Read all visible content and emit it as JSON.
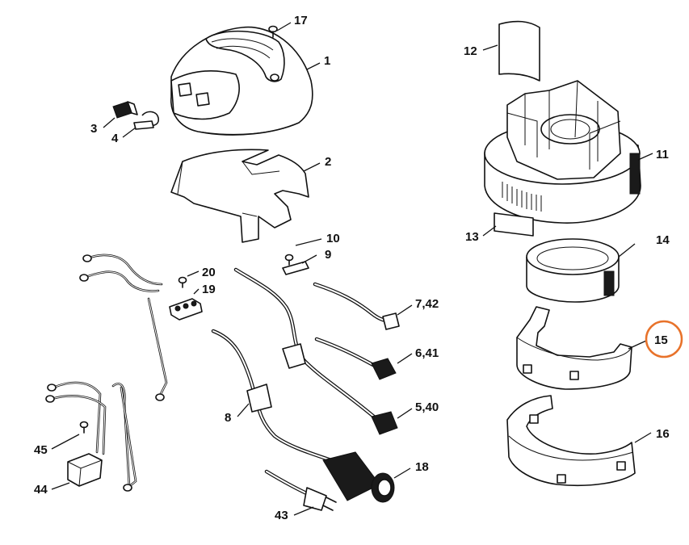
{
  "diagram": {
    "parts": [
      {
        "id": "p17",
        "label": "17"
      },
      {
        "id": "p1",
        "label": "1"
      },
      {
        "id": "p3",
        "label": "3"
      },
      {
        "id": "p4",
        "label": "4"
      },
      {
        "id": "p2",
        "label": "2"
      },
      {
        "id": "p12",
        "label": "12"
      },
      {
        "id": "p11",
        "label": "11"
      },
      {
        "id": "p13",
        "label": "13"
      },
      {
        "id": "p14",
        "label": "14"
      },
      {
        "id": "p15",
        "label": "15"
      },
      {
        "id": "p16",
        "label": "16"
      },
      {
        "id": "p10",
        "label": "10"
      },
      {
        "id": "p9",
        "label": "9"
      },
      {
        "id": "p20",
        "label": "20"
      },
      {
        "id": "p19",
        "label": "19"
      },
      {
        "id": "p7_42",
        "label": "7,42"
      },
      {
        "id": "p6_41",
        "label": "6,41"
      },
      {
        "id": "p5_40",
        "label": "5,40"
      },
      {
        "id": "p8",
        "label": "8"
      },
      {
        "id": "p18",
        "label": "18"
      },
      {
        "id": "p43",
        "label": "43"
      },
      {
        "id": "p45",
        "label": "45"
      },
      {
        "id": "p44",
        "label": "44"
      }
    ],
    "highlight_color": "#e8722a",
    "line_color": "#111111"
  }
}
